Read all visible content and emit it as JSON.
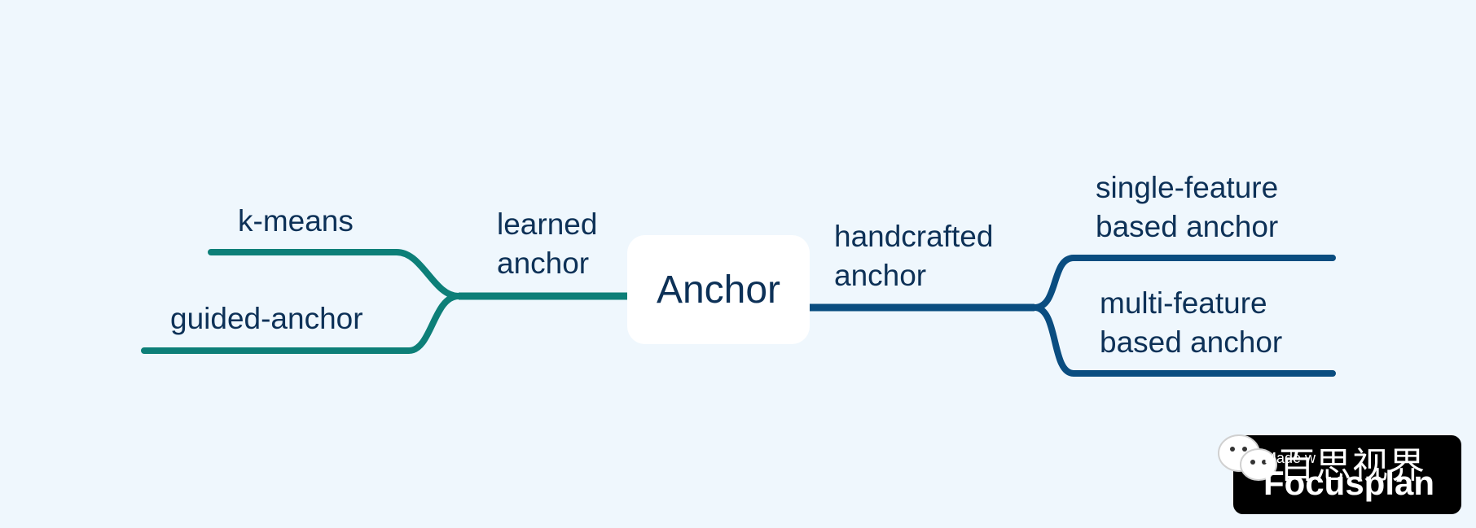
{
  "center": {
    "label": "Anchor"
  },
  "branches": {
    "learned": {
      "label_lines": [
        "learned",
        "anchor"
      ],
      "color": "#0d7f78",
      "children": [
        {
          "label": "k-means"
        },
        {
          "label": "guided-anchor"
        }
      ]
    },
    "handcrafted": {
      "label_lines": [
        "handcrafted",
        "anchor"
      ],
      "color": "#0a4d80",
      "children": [
        {
          "label_lines": [
            "single-feature",
            "based anchor"
          ]
        },
        {
          "label_lines": [
            "multi-feature",
            "based anchor"
          ]
        }
      ]
    }
  },
  "watermark": {
    "chinese": "百思视界",
    "small_text": "Made w",
    "brand": "Focusplan"
  }
}
